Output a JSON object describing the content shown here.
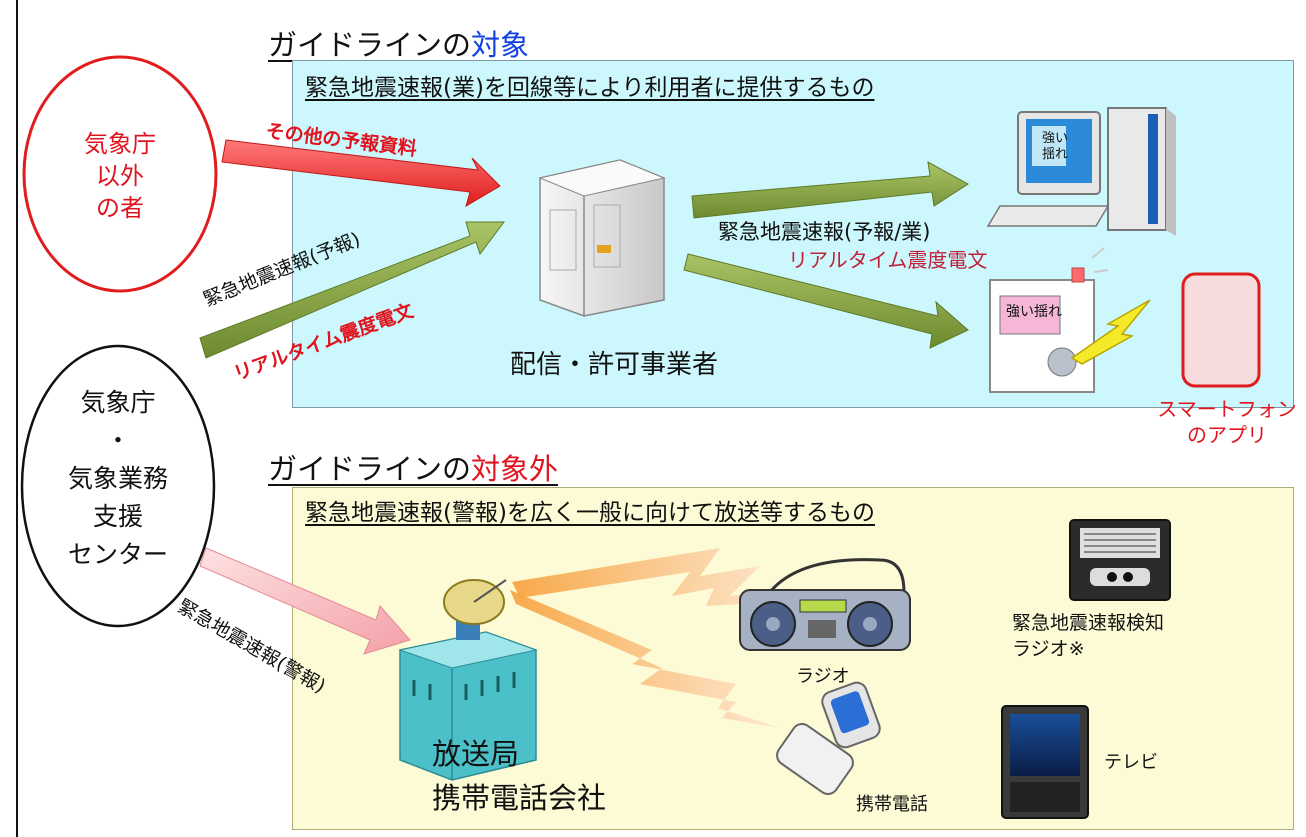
{
  "top_section": {
    "heading_prefix": "ガイドラインの",
    "heading_highlight": "対象",
    "box_title": "緊急地震速報(業)を回線等により利用者に提供するもの",
    "other_agency": [
      "気象庁",
      "以外",
      "の者"
    ],
    "arrow_other_forecast": "その他の予報資料",
    "arrow_eew_forecast": "緊急地震速報(予報)",
    "arrow_realtime_intensity": "リアルタイム震度電文",
    "distributor": "配信・許可事業者",
    "arrow_eew_forecast_business": "緊急地震速報(予報/業)",
    "arrow_realtime_intensity_2": "リアルタイム震度電文",
    "monitor_text": [
      "強い",
      "揺れ"
    ],
    "receiver_text": "強い揺れ",
    "smartphone_app": [
      "スマートフォン",
      "のアプリ"
    ]
  },
  "bottom_section": {
    "heading_prefix": "ガイドラインの",
    "heading_highlight": "対象外",
    "box_title": "緊急地震速報(警報)を広く一般に向けて放送等するもの",
    "jma": [
      "気象庁",
      "・",
      "気象業務",
      "支援",
      "センター"
    ],
    "arrow_eew_warning": "緊急地震速報(警報)",
    "broadcaster": [
      "放送局",
      "携帯電話会社"
    ],
    "radio": "ラジオ",
    "eew_radio": [
      "緊急地震速報検知",
      "ラジオ※"
    ],
    "mobile_phone": "携帯電話",
    "tv": "テレビ"
  },
  "colors": {
    "top_box": "#ccf7fc",
    "bottom_box": "#fdfbd5",
    "green_arrow": "#7f9a3a",
    "red_arrow": "#ef3b3b",
    "highlight_blue": "#1040e0",
    "highlight_red": "#e0141e"
  }
}
